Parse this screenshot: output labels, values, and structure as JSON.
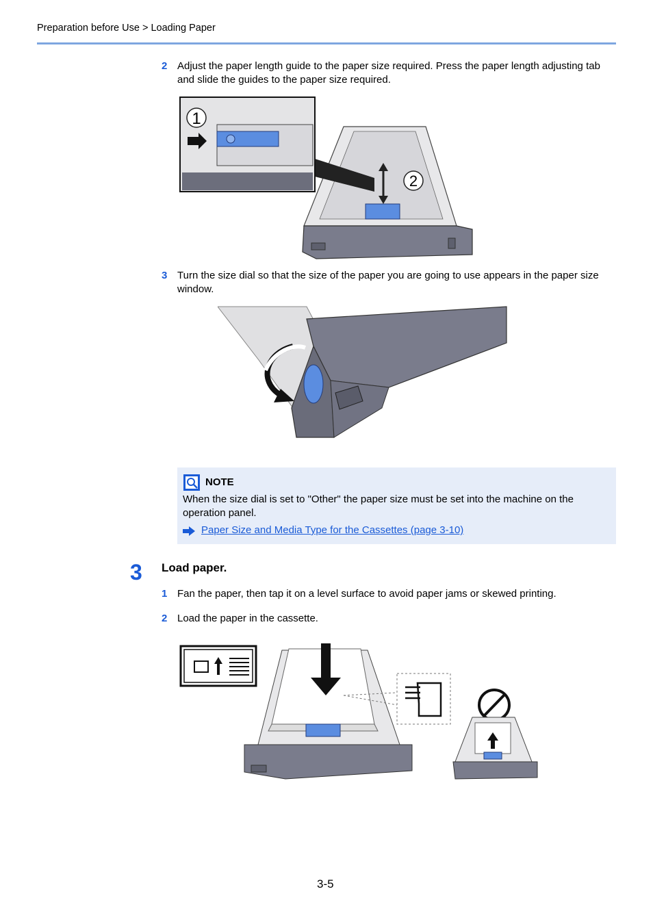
{
  "breadcrumb": "Preparation before Use > Loading Paper",
  "steps_a": [
    {
      "num": "2",
      "text": "Adjust the paper length guide to the paper size required. Press the paper length adjusting tab and slide the guides to the paper size required."
    },
    {
      "num": "3",
      "text": "Turn the size dial so that the size of the paper you are going to use appears in the paper size window."
    }
  ],
  "figure1": {
    "callout1": "1",
    "callout2": "2"
  },
  "note": {
    "title": "NOTE",
    "body": "When the size dial is set to \"Other\" the paper size must be set into the machine on the operation panel.",
    "link": "Paper Size and Media Type for the Cassettes (page 3-10)"
  },
  "section": {
    "num": "3",
    "title": "Load paper."
  },
  "steps_b": [
    {
      "num": "1",
      "text": "Fan the paper, then tap it on a level surface to avoid paper jams or skewed printing."
    },
    {
      "num": "2",
      "text": "Load the paper in the cassette."
    }
  ],
  "page_number": "3-5",
  "colors": {
    "accent": "#1a5bd7",
    "rule": "#7ea6e0",
    "note_bg": "#e6edf9",
    "cassette": "#7a7c8c",
    "guide_blue": "#5b8de0"
  }
}
